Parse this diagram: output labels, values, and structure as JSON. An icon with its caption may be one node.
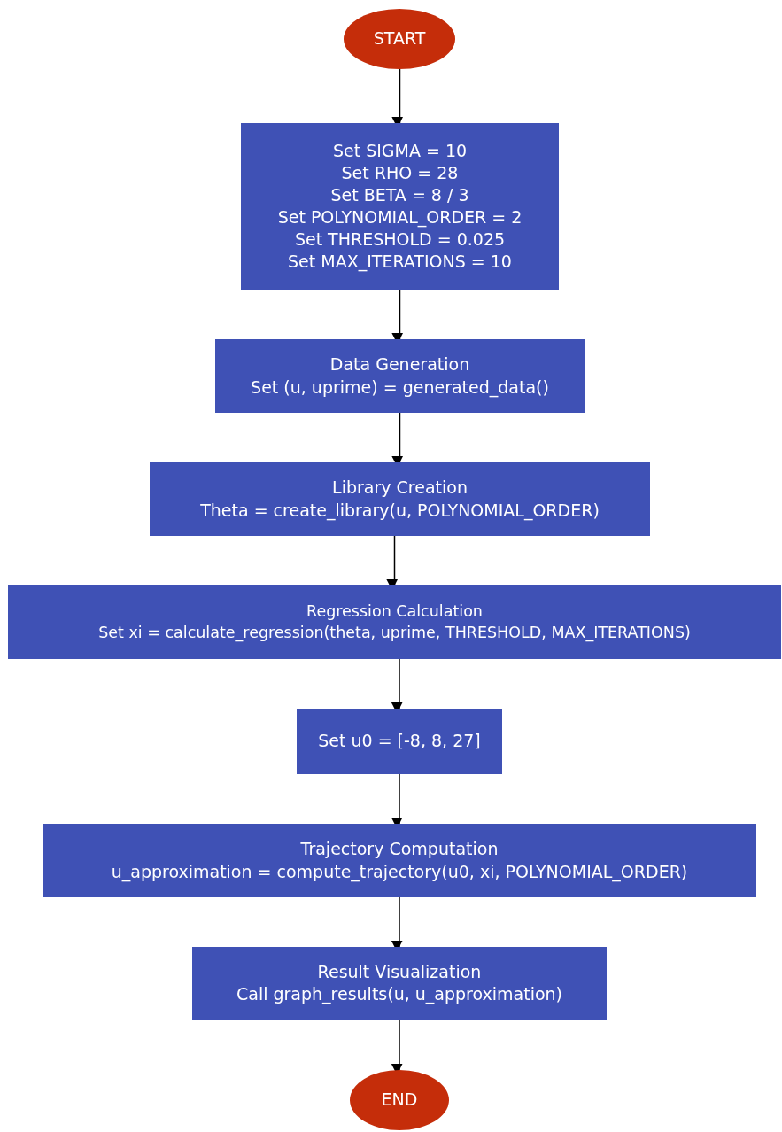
{
  "diagram": {
    "nodes": [
      {
        "text": [
          "START"
        ]
      },
      {
        "text": [
          "Set SIGMA = 10",
          "Set RHO = 28",
          "Set BETA = 8 / 3",
          "Set POLYNOMIAL_ORDER = 2",
          "Set THRESHOLD = 0.025",
          "Set MAX_ITERATIONS = 10"
        ]
      },
      {
        "text": [
          "Data Generation",
          "Set (u, uprime) = generated_data()"
        ]
      },
      {
        "text": [
          "Library Creation",
          "Theta = create_library(u, POLYNOMIAL_ORDER)"
        ]
      },
      {
        "text": [
          "Regression Calculation",
          "Set xi = calculate_regression(theta, uprime, THRESHOLD, MAX_ITERATIONS)"
        ]
      },
      {
        "text": [
          "Set u0 = [-8, 8, 27]"
        ]
      },
      {
        "text": [
          "Trajectory Computation",
          "u_approximation = compute_trajectory(u0, xi, POLYNOMIAL_ORDER)"
        ]
      },
      {
        "text": [
          "Result Visualization",
          "Call graph_results(u, u_approximation)"
        ]
      },
      {
        "text": [
          "END"
        ]
      }
    ],
    "edges": [
      {
        "from": 0,
        "to": 1,
        "arrow": "to"
      },
      {
        "from": 1,
        "to": 2,
        "arrow": "to"
      },
      {
        "from": 2,
        "to": 3,
        "arrow": "to"
      },
      {
        "from": 3,
        "to": 4,
        "arrow": "to"
      },
      {
        "from": 4,
        "to": 5,
        "arrow": "to"
      },
      {
        "from": 5,
        "to": 6,
        "arrow": "to"
      },
      {
        "from": 6,
        "to": 7,
        "arrow": "to"
      },
      {
        "from": 7,
        "to": 8,
        "arrow": "to"
      }
    ]
  }
}
